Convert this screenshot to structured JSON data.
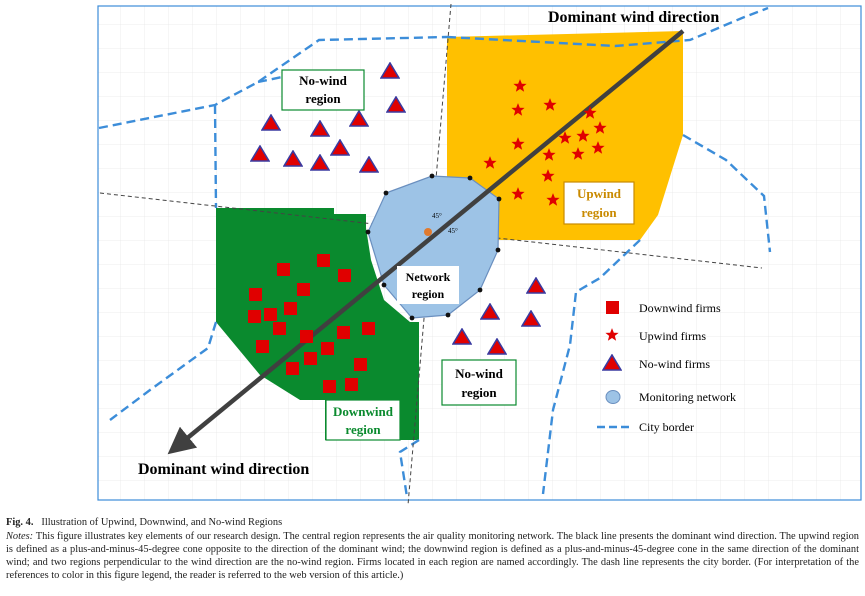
{
  "figure": {
    "wind_label_top": "Dominant wind direction",
    "wind_label_bottom": "Dominant wind direction",
    "regions": {
      "nowind_top_line1": "No-wind",
      "nowind_top_line2": "region",
      "upwind_line1": "Upwind",
      "upwind_line2": "region",
      "network_line1": "Network",
      "network_line2": "region",
      "nowind_bottom_line1": "No-wind",
      "nowind_bottom_line2": "region",
      "downwind_line1": "Downwind",
      "downwind_line2": "region"
    },
    "angle_label_1": "45°",
    "angle_label_2": "45°",
    "legend": [
      {
        "label": "Downwind firms",
        "icon": "red-square-icon"
      },
      {
        "label": "Upwind firms",
        "icon": "red-star-icon"
      },
      {
        "label": "No-wind firms",
        "icon": "red-triangle-icon"
      },
      {
        "label": "Monitoring network",
        "icon": "blue-circle-icon"
      },
      {
        "label": "City border",
        "icon": "dashed-line-icon"
      }
    ],
    "colors": {
      "upwind": "#FFC000",
      "downwind": "#0A8A2E",
      "network": "#9DC3E6",
      "firm": "#E00000",
      "border": "#3C8DD9",
      "wind_line": "#404040",
      "upwind_text": "#C98A00",
      "downwind_text": "#0A8A2E"
    }
  },
  "caption": {
    "fig_label": "Fig. 4.",
    "fig_title": "Illustration of Upwind, Downwind, and No-wind Regions",
    "notes_label": "Notes:",
    "notes_text": "This figure illustrates key elements of our research design. The central region represents the air quality monitoring network. The black line presents the dominant wind direction. The upwind region is defined as a plus-and-minus-45-degree cone opposite to the direction of the dominant wind; the downwind region is defined as a plus-and-minus-45-degree cone in the same direction of the dominant wind; and two regions perpendicular to the wind direction are the no-wind region. Firms located in each region are named accordingly. The dash line represents the city border. (For interpretation of the references to color in this figure legend, the reader is referred to the web version of this article.)"
  }
}
